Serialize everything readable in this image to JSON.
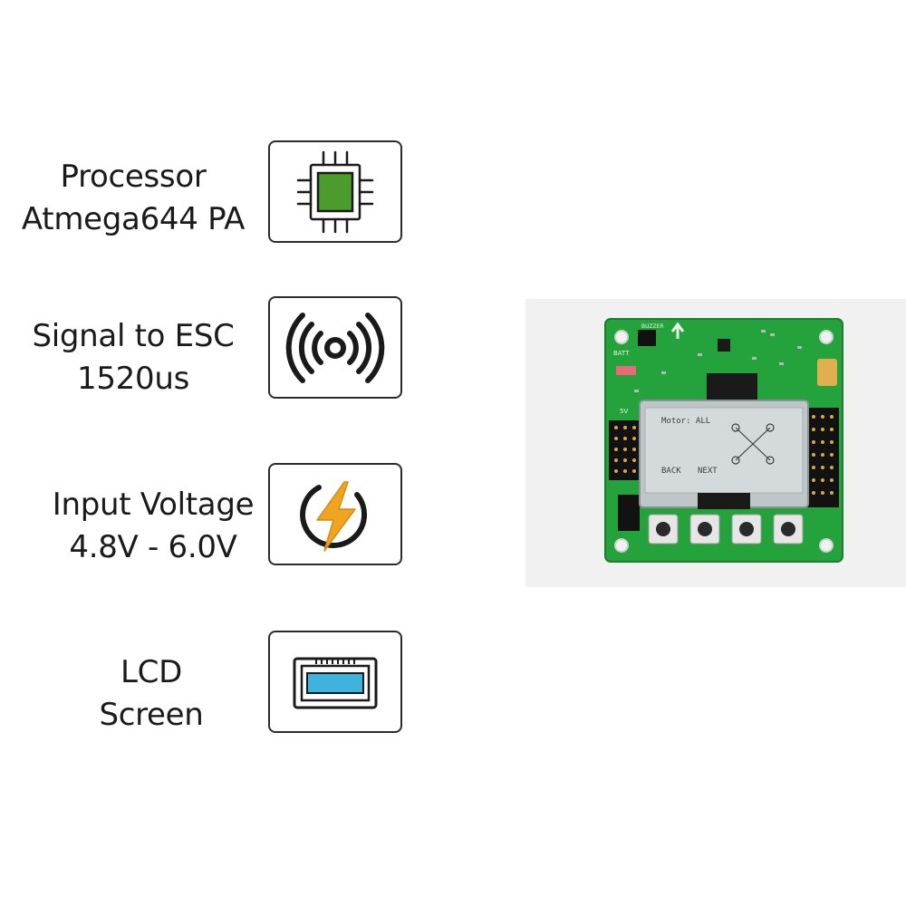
{
  "features": [
    {
      "line1": "Processor",
      "line2": "Atmega644 PA",
      "icon": "cpu-chip-icon",
      "accent": "#4a9d2c"
    },
    {
      "line1": "Signal to ESC",
      "line2": "1520us",
      "icon": "signal-broadcast-icon",
      "accent": "#1a1a1a"
    },
    {
      "line1": "Input Voltage",
      "line2": "4.8V - 6.0V",
      "icon": "lightning-bolt-icon",
      "accent": "#f0a520"
    },
    {
      "line1": "LCD",
      "line2": "Screen",
      "icon": "lcd-screen-icon",
      "accent": "#3fb3dc"
    }
  ],
  "board": {
    "lcd_title": "Motor: ALL",
    "lcd_back": "BACK",
    "lcd_next": "NEXT",
    "silk_buzzer": "BUZZER",
    "silk_batt": "BATT",
    "silk_5v": "5V"
  },
  "colors": {
    "pcb": "#24a33c",
    "lcd_backlight": "#d4dadc",
    "text": "#1a1a1a"
  }
}
